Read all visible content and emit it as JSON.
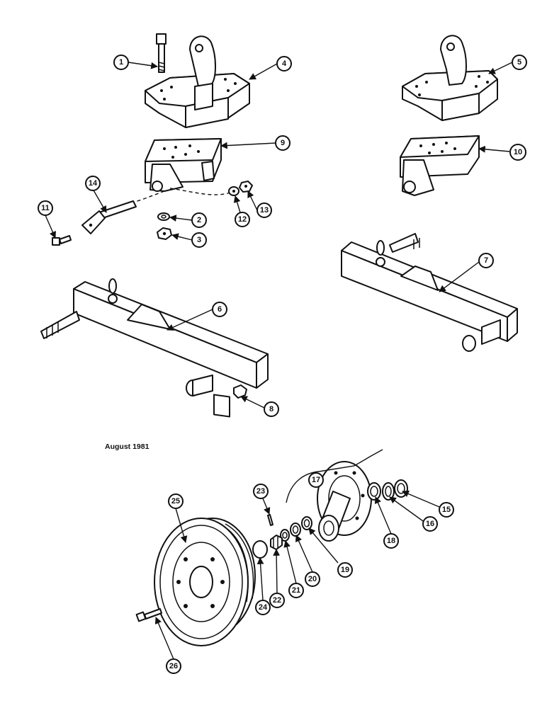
{
  "date_label": "August 1981",
  "callouts": [
    "1",
    "2",
    "3",
    "4",
    "5",
    "6",
    "7",
    "8",
    "9",
    "10",
    "11",
    "12",
    "13",
    "14",
    "15",
    "16",
    "17",
    "18",
    "19",
    "20",
    "21",
    "22",
    "23",
    "24",
    "25",
    "26"
  ]
}
